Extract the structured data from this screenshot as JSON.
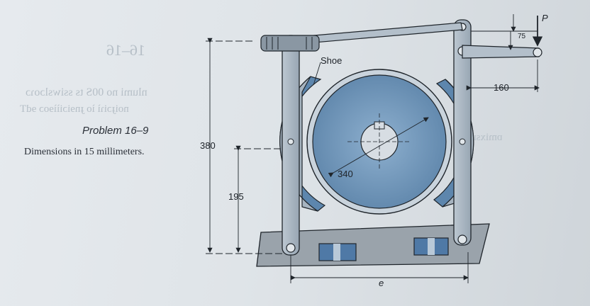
{
  "caption": {
    "title": "Problem 16–9",
    "subtitle": "Dimensions in 15 millimeters."
  },
  "labels": {
    "shoe": "Shoe",
    "force": "P",
    "dim_75": "75",
    "dim_160": "160",
    "dim_380": "380",
    "dim_195": "195",
    "dim_340": "340",
    "dim_e": "e"
  },
  "colors": {
    "drum_blue": "#6f93b5",
    "lining_blue": "#5d86ad",
    "arm_grey": "#a7b4c0",
    "base_grey": "#9aa3ab",
    "line_dark": "#1f252b"
  },
  "background_text": {
    "g1": "16–16",
    "g2": "nlumi no 00S ts ssiwslɔoɿɔ",
    "g3": "ɒmixsm",
    "g4": "noiɟɔiɿì ìo ɟnɘiɔiììɘoɔ ɘdT"
  }
}
